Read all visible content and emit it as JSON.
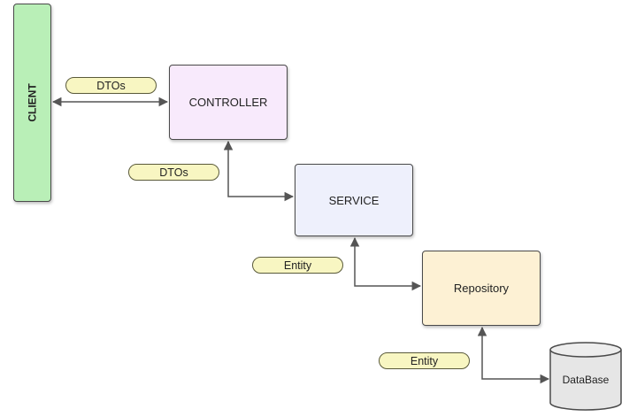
{
  "nodes": {
    "client": "CLIENT",
    "controller": "CONTROLLER",
    "service": "SERVICE",
    "repository": "Repository",
    "database": "DataBase"
  },
  "edge_labels": {
    "client_controller": "DTOs",
    "controller_service": "DTOs",
    "service_repository": "Entity",
    "repository_database": "Entity"
  },
  "colors": {
    "client_fill": "#b9efb7",
    "controller_fill": "#f8eafc",
    "service_fill": "#eef0fc",
    "repository_fill": "#fdf1d4",
    "pill_fill": "#f8f6c2",
    "database_fill": "#e6e6e6",
    "line": "#555555"
  }
}
